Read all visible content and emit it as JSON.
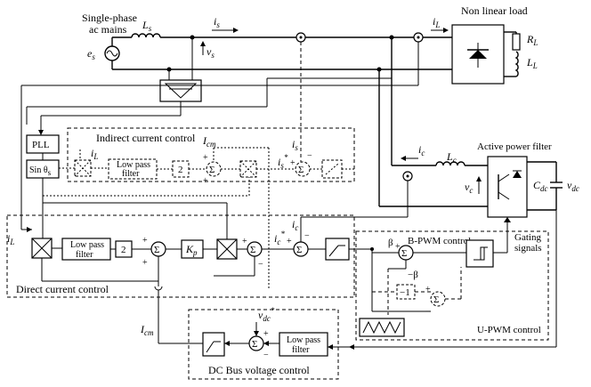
{
  "labels": {
    "source": [
      "Single-phase",
      "ac mains"
    ],
    "es": "e",
    "es_sub": "s",
    "Ls": "L",
    "Ls_sub": "s",
    "is": "i",
    "is_sub": "s",
    "vs": "v",
    "vs_sub": "s",
    "iL": "i",
    "iL_sub": "L",
    "nonlinear_load": "Non linear load",
    "RL": "R",
    "RL_sub": "L",
    "LL": "L",
    "LL_sub": "L",
    "pll": "PLL",
    "sin": "Sin θ",
    "sin_sub": "s",
    "indirect_title": "Indirect current control",
    "direct_title": "Direct current control",
    "dcbus_title": "DC Bus voltage control",
    "upwm_title": "U-PWM control",
    "bpwm_title": "B-PWM control",
    "gating": [
      "Gating",
      "signals"
    ],
    "apf_title": "Active power filter",
    "icm": "I",
    "icm_sub": "cm",
    "is_star": "i",
    "is_star_sub": "s",
    "ic": "i",
    "ic_sub": "c",
    "ic_star": "i",
    "ic_star_sub": "c",
    "Lc": "L",
    "Lc_sub": "c",
    "vc": "v",
    "vc_sub": "c",
    "cdc": "C",
    "cdc_sub": "dc",
    "vdc": "v",
    "vdc_sub": "dc",
    "vdc_star": "v",
    "vdc_star_sub": "dc",
    "lpf": [
      "Low pass",
      "filter"
    ],
    "gain2": "2",
    "kp": "K",
    "kp_sub": "p",
    "sigma": "Σ",
    "beta": "β",
    "minus_beta": "−β",
    "minus_one": "−1",
    "plus": "+",
    "minus": "−"
  }
}
